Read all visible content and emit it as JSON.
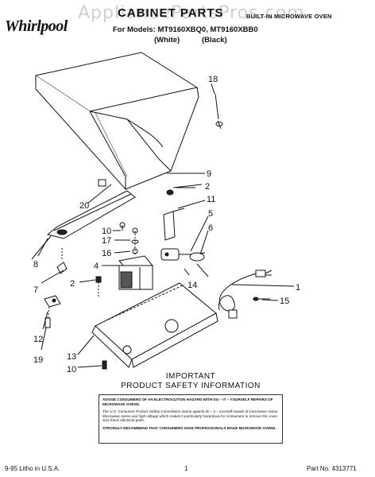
{
  "header": {
    "brand": "Whirlpool",
    "title": "CABINET PARTS",
    "oven_type": "BUILT-IN MICROWAVE OVEN",
    "models_line": "For Models: MT9160XBQ0, MT9160XBB0",
    "variant_white": "(White)",
    "variant_black": "(Black)"
  },
  "watermark": "AppliancePartsPros.com",
  "callouts": [
    "1",
    "2",
    "2",
    "4",
    "5",
    "6",
    "7",
    "8",
    "9",
    "10",
    "10",
    "11",
    "12",
    "13",
    "14",
    "15",
    "16",
    "17",
    "18",
    "19",
    "20"
  ],
  "safety": {
    "heading_1": "IMPORTANT",
    "heading_2": "PRODUCT  SAFETY  INFORMATION",
    "para_1": "ADVISE CONSUMERS OF AN ELECTROCUTION HAZARD WITH DO – IT – YOURSELF REPAIRS OF MICROWAVE OVENS.",
    "para_2": "The U.S. Consumer Product Safety Commission warns against do – it – yourself repairs of microwave ovens. Microwave ovens use high voltage which makes it particularly hazardous for consumers to remove the cover and check electrical parts.",
    "para_3": "STRONGLY RECOMMEND THAT CONSUMERS HAVE PROFESSIONALS MAKE MICROWAVE OVENS."
  },
  "footer": {
    "left": "9-95  Litho in U.S.A.",
    "center": "1",
    "right": "Part No. 4313771"
  }
}
